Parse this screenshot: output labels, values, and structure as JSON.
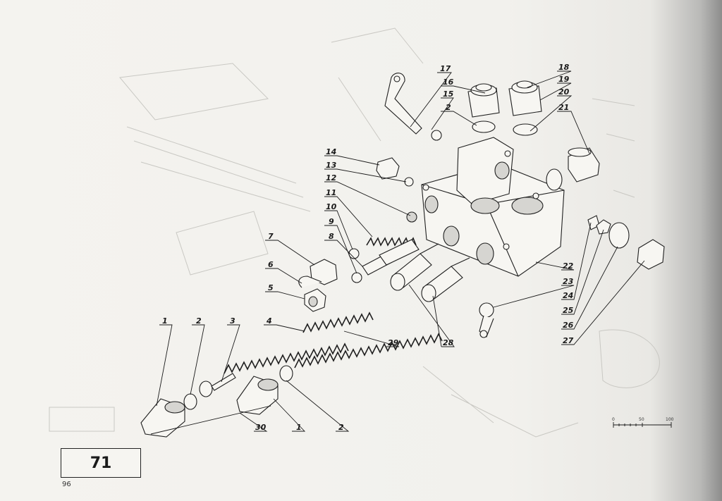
{
  "plate": {
    "number": "71",
    "page": "96"
  },
  "scale": {
    "ticks": [
      "0",
      "50",
      "100"
    ]
  },
  "callouts": [
    {
      "id": "c17",
      "label": "17"
    },
    {
      "id": "c16",
      "label": "16"
    },
    {
      "id": "c15",
      "label": "15"
    },
    {
      "id": "c2a",
      "label": "2"
    },
    {
      "id": "c18",
      "label": "18"
    },
    {
      "id": "c19",
      "label": "19"
    },
    {
      "id": "c20",
      "label": "20"
    },
    {
      "id": "c21",
      "label": "21"
    },
    {
      "id": "c14",
      "label": "14"
    },
    {
      "id": "c13",
      "label": "13"
    },
    {
      "id": "c12",
      "label": "12"
    },
    {
      "id": "c11",
      "label": "11"
    },
    {
      "id": "c10",
      "label": "10"
    },
    {
      "id": "c9",
      "label": "9"
    },
    {
      "id": "c8",
      "label": "8"
    },
    {
      "id": "c7",
      "label": "7"
    },
    {
      "id": "c6",
      "label": "6"
    },
    {
      "id": "c5",
      "label": "5"
    },
    {
      "id": "c22",
      "label": "22"
    },
    {
      "id": "c23",
      "label": "23"
    },
    {
      "id": "c24",
      "label": "24"
    },
    {
      "id": "c25",
      "label": "25"
    },
    {
      "id": "c26",
      "label": "26"
    },
    {
      "id": "c27",
      "label": "27"
    },
    {
      "id": "c28",
      "label": "28"
    },
    {
      "id": "c29",
      "label": "29"
    },
    {
      "id": "c1a",
      "label": "1"
    },
    {
      "id": "c2b",
      "label": "2"
    },
    {
      "id": "c3",
      "label": "3"
    },
    {
      "id": "c4",
      "label": "4"
    },
    {
      "id": "c30",
      "label": "30"
    },
    {
      "id": "c1b",
      "label": "1"
    },
    {
      "id": "c2c",
      "label": "2"
    }
  ]
}
